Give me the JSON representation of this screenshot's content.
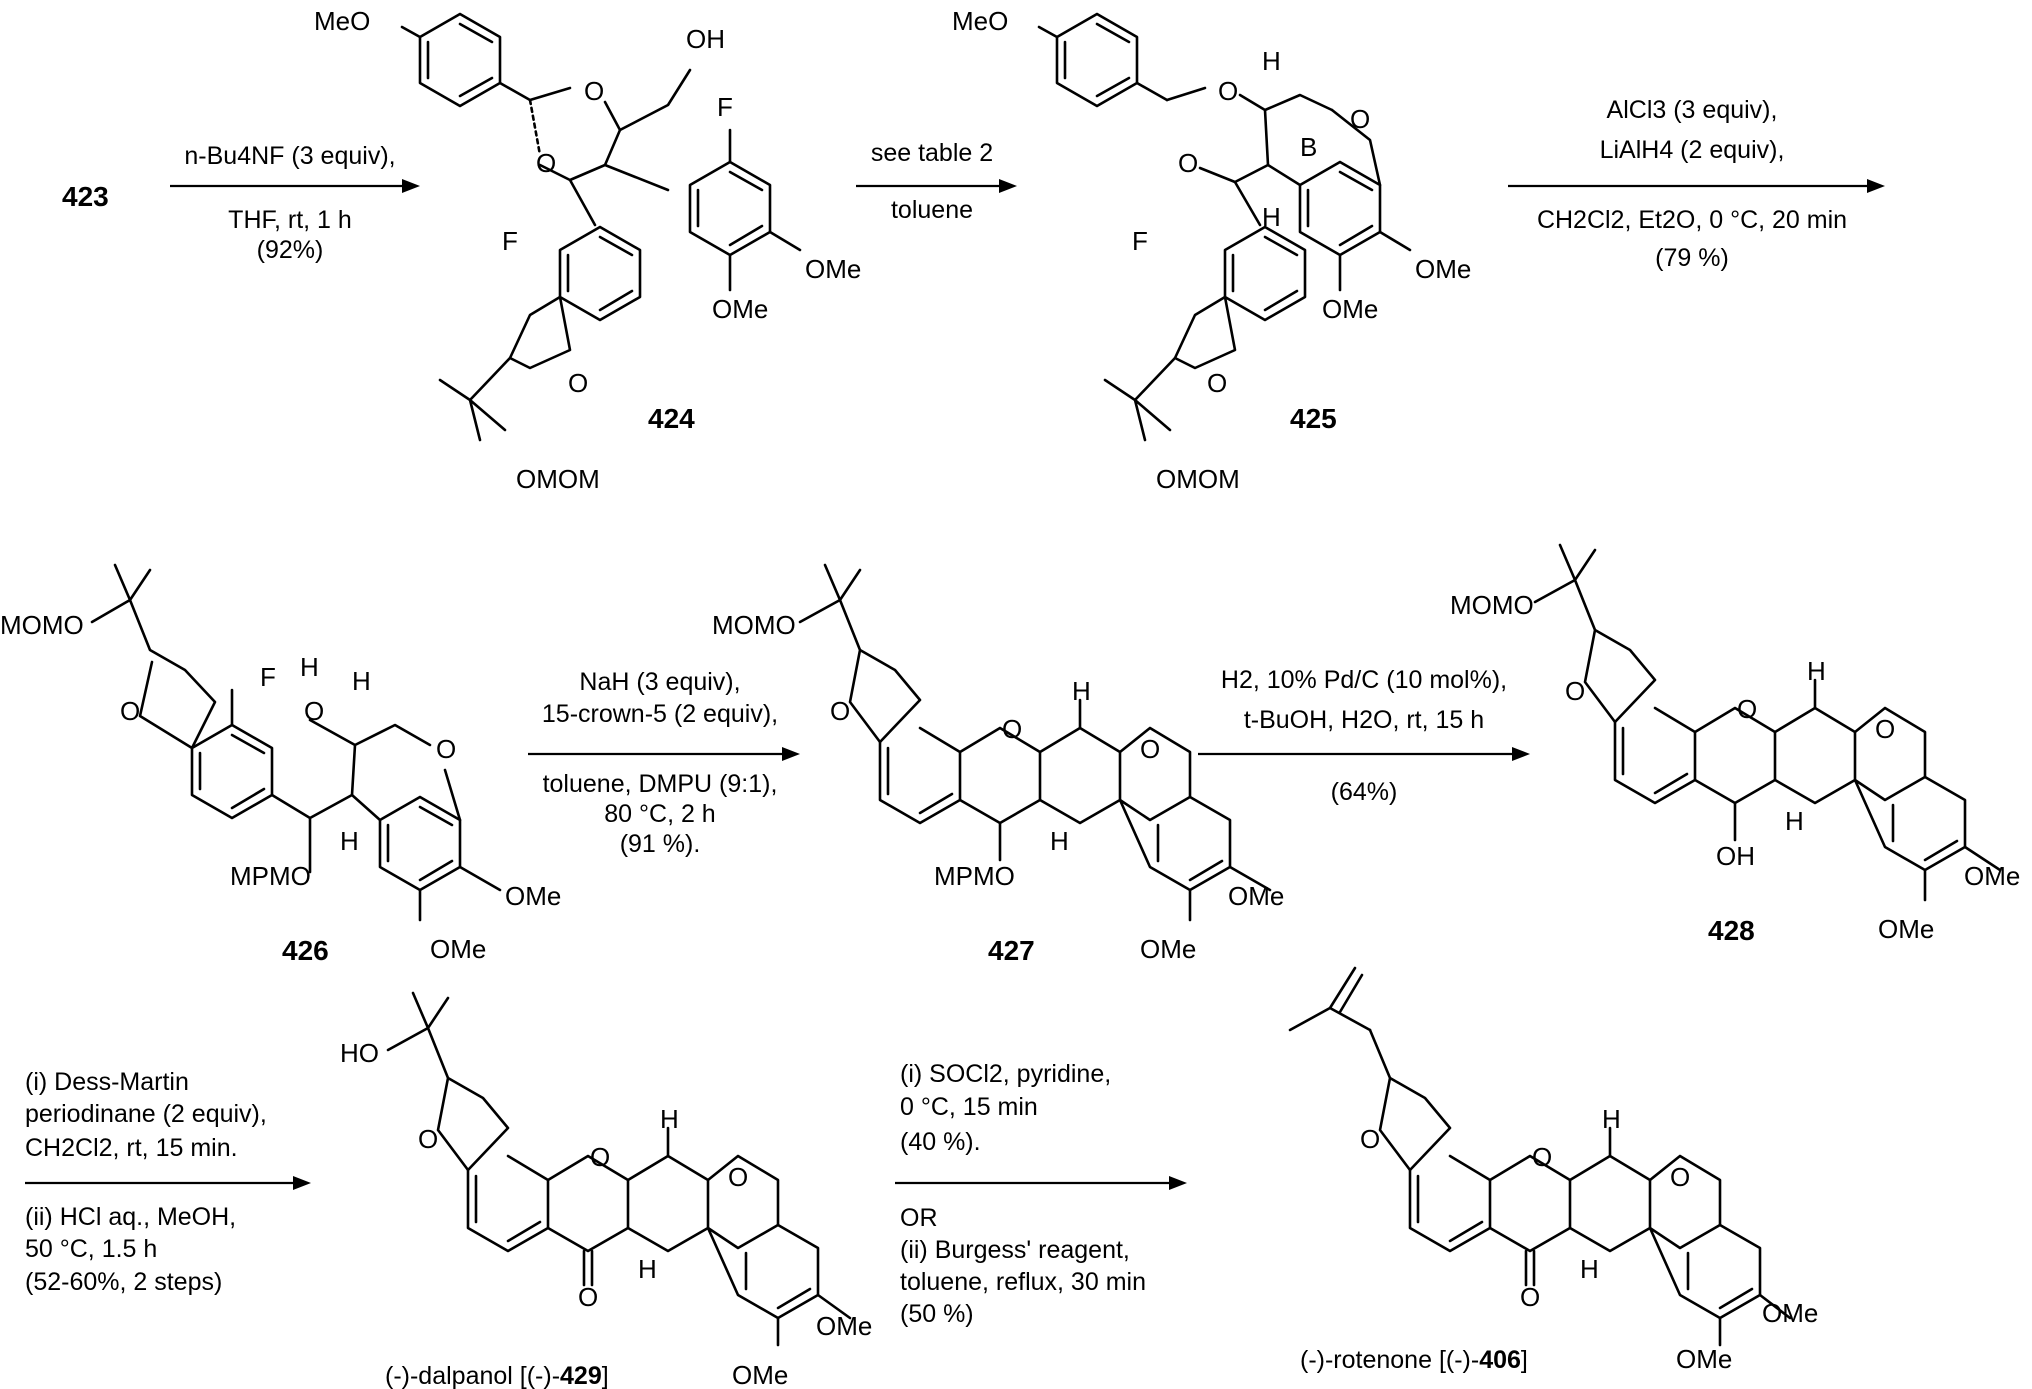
{
  "steps": [
    {
      "id": "step1",
      "above": [
        "n-Bu4NF (3 equiv),"
      ],
      "below": [
        "THF, rt, 1 h",
        "(92%)"
      ]
    },
    {
      "id": "step2",
      "above": [
        "see table 2"
      ],
      "below": [
        "toluene"
      ]
    },
    {
      "id": "step3",
      "above": [
        "AlCl3 (3 equiv),",
        "LiAlH4 (2 equiv),"
      ],
      "below": [
        "CH2Cl2, Et2O, 0 °C, 20 min",
        "(79 %)"
      ]
    },
    {
      "id": "step4",
      "above": [
        "NaH (3 equiv),",
        "15-crown-5 (2 equiv),"
      ],
      "below": [
        "toluene, DMPU (9:1),",
        "80 °C, 2 h",
        "(91 %)."
      ]
    },
    {
      "id": "step5",
      "above": [
        "H2, 10% Pd/C (10 mol%),",
        "t-BuOH, H2O, rt, 15 h"
      ],
      "below": [
        "(64%)"
      ]
    },
    {
      "id": "step6",
      "above": [
        "(i) Dess-Martin",
        "periodinane (2 equiv),",
        "CH2Cl2, rt, 15 min."
      ],
      "below": [
        "(ii) HCl aq., MeOH,",
        "50 °C, 1.5 h",
        "(52-60%, 2 steps)"
      ]
    },
    {
      "id": "step7",
      "above": [
        "(i) SOCl2, pyridine,",
        "0 °C, 15 min",
        "(40 %)."
      ],
      "below": [
        "OR",
        "(ii) Burgess' reagent,",
        "toluene, reflux, 30 min",
        "(50 %)"
      ]
    }
  ],
  "compounds": {
    "c423": "423",
    "c424": "424",
    "c425": "425",
    "c426": "426",
    "c427": "427",
    "c428": "428",
    "c429": {
      "prefix": "(-)-dalpanol [(-)-",
      "number": "429",
      "suffix": "]"
    },
    "c406": {
      "prefix": "(-)-rotenone [(-)-",
      "number": "406",
      "suffix": "]"
    }
  },
  "atoms": {
    "meo": "MeO",
    "ome": "OMe",
    "o": "O",
    "f": "F",
    "h": "H",
    "oh": "OH",
    "ho": "HO",
    "omom": "OMOM",
    "momo": "MOMO",
    "mpmo": "MPMO",
    "ring_b": "B"
  }
}
